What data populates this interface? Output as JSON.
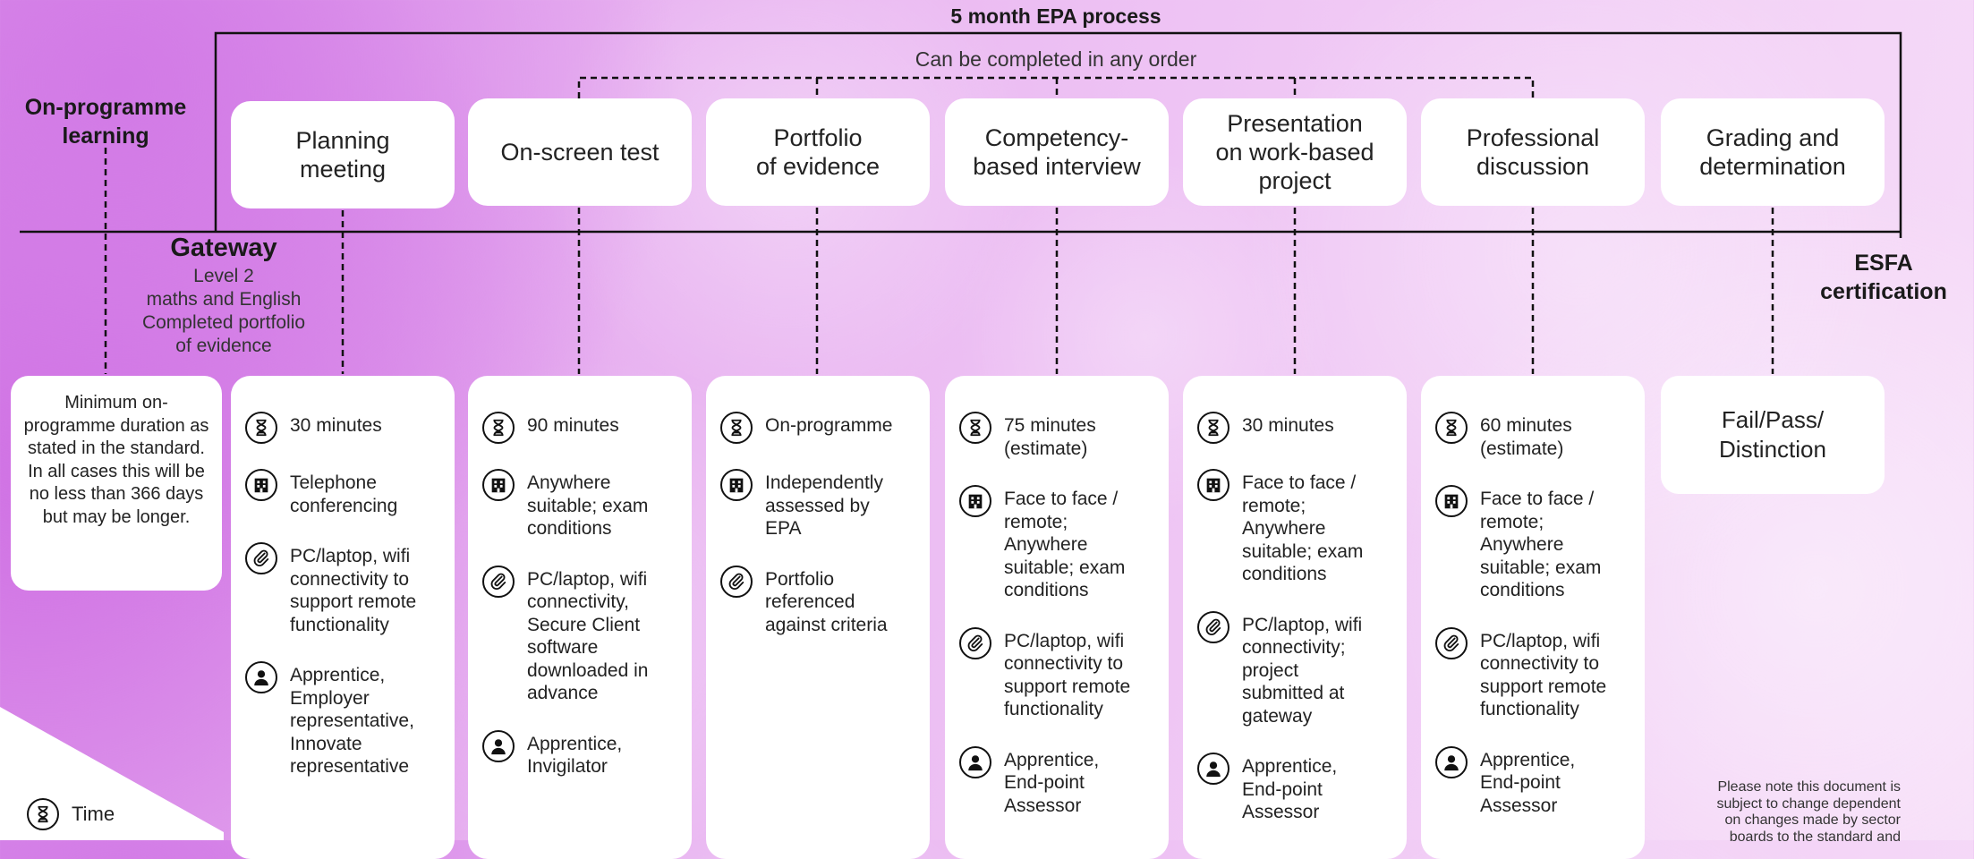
{
  "header": {
    "epa_title": "5 month EPA process",
    "any_order": "Can be completed in any order"
  },
  "left": {
    "on_programme": "On-programme learning",
    "gateway_title": "Gateway",
    "gateway_lines": [
      "Level 2",
      "maths and English",
      "Completed portfolio",
      "of evidence"
    ],
    "minimum_text": "Minimum on-programme duration as stated in the standard. In all cases this will be no less than 366 days but may be longer."
  },
  "right": {
    "esfa": "ESFA certification",
    "note": [
      "Please note this document is",
      "subject to change dependent",
      "on changes made by sector",
      "boards to the standard and"
    ]
  },
  "stages": [
    {
      "title": [
        "Planning",
        "meeting"
      ],
      "items": [
        {
          "icon": "hourglass-icon",
          "text": [
            "30 minutes"
          ]
        },
        {
          "icon": "building-icon",
          "text": [
            "Telephone",
            "conferencing"
          ]
        },
        {
          "icon": "paperclip-icon",
          "text": [
            "PC/laptop, wifi",
            "connectivity to",
            "support remote",
            "functionality"
          ]
        },
        {
          "icon": "person-icon",
          "text": [
            "Apprentice,",
            "Employer",
            "representative,",
            "Innovate",
            "representative"
          ]
        }
      ]
    },
    {
      "title": [
        "On-screen test"
      ],
      "items": [
        {
          "icon": "hourglass-icon",
          "text": [
            "90 minutes"
          ]
        },
        {
          "icon": "building-icon",
          "text": [
            "Anywhere",
            "suitable; exam",
            "conditions"
          ]
        },
        {
          "icon": "paperclip-icon",
          "text": [
            "PC/laptop, wifi",
            "connectivity,",
            "Secure Client",
            "software",
            "downloaded in",
            "advance"
          ]
        },
        {
          "icon": "person-icon",
          "text": [
            "Apprentice,",
            "Invigilator"
          ]
        }
      ]
    },
    {
      "title": [
        "Portfolio",
        "of evidence"
      ],
      "items": [
        {
          "icon": "hourglass-icon",
          "text": [
            "On-programme"
          ]
        },
        {
          "icon": "building-icon",
          "text": [
            "Independently",
            "assessed by",
            "EPA"
          ]
        },
        {
          "icon": "paperclip-icon",
          "text": [
            "Portfolio",
            "referenced",
            "against criteria"
          ]
        }
      ]
    },
    {
      "title": [
        "Competency-",
        "based interview"
      ],
      "items": [
        {
          "icon": "hourglass-icon",
          "text": [
            "75 minutes",
            "(estimate)"
          ]
        },
        {
          "icon": "building-icon",
          "text": [
            "Face to face /",
            "remote;",
            "Anywhere",
            "suitable; exam",
            "conditions"
          ]
        },
        {
          "icon": "paperclip-icon",
          "text": [
            "PC/laptop, wifi",
            "connectivity to",
            "support remote",
            "functionality"
          ]
        },
        {
          "icon": "person-icon",
          "text": [
            "Apprentice,",
            "End-point",
            "Assessor"
          ]
        }
      ]
    },
    {
      "title": [
        "Presentation",
        "on work-based",
        "project"
      ],
      "items": [
        {
          "icon": "hourglass-icon",
          "text": [
            "30 minutes"
          ]
        },
        {
          "icon": "building-icon",
          "text": [
            "Face to face /",
            "remote;",
            "Anywhere",
            "suitable; exam",
            "conditions"
          ]
        },
        {
          "icon": "paperclip-icon",
          "text": [
            "PC/laptop, wifi",
            "connectivity;",
            "project",
            "submitted at",
            "gateway"
          ]
        },
        {
          "icon": "person-icon",
          "text": [
            "Apprentice,",
            "End-point",
            "Assessor"
          ]
        }
      ]
    },
    {
      "title": [
        "Professional",
        "discussion"
      ],
      "items": [
        {
          "icon": "hourglass-icon",
          "text": [
            "60 minutes",
            "(estimate)"
          ]
        },
        {
          "icon": "building-icon",
          "text": [
            "Face to face /",
            "remote;",
            "Anywhere",
            "suitable; exam",
            "conditions"
          ]
        },
        {
          "icon": "paperclip-icon",
          "text": [
            "PC/laptop, wifi",
            "connectivity to",
            "support remote",
            "functionality"
          ]
        },
        {
          "icon": "person-icon",
          "text": [
            "Apprentice,",
            "End-point",
            "Assessor"
          ]
        }
      ]
    },
    {
      "title": [
        "Grading and",
        "determination"
      ],
      "result": [
        "Fail/Pass/",
        "Distinction"
      ]
    }
  ],
  "legend": {
    "icon": "hourglass-icon",
    "label": "Time"
  }
}
